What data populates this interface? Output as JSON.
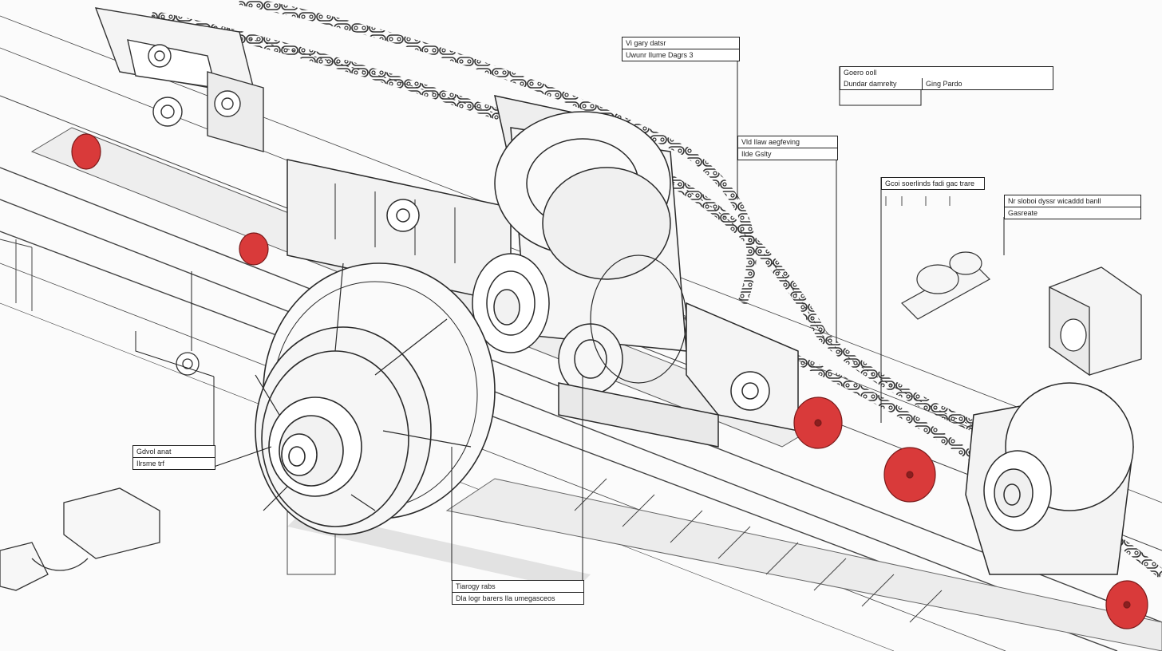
{
  "diagram": {
    "colors": {
      "ink": "#2a2a2a",
      "line": "#444444",
      "rail_shade": "#e6e6e6",
      "accent_red": "#d93a3a",
      "paper": "#fbfbfb"
    },
    "callouts": [
      {
        "id": "c1",
        "lines": [
          "Vi gary datsr",
          "Uwunr Ilume Dagrs 3"
        ]
      },
      {
        "id": "c2",
        "lines": [
          "Goero ooll"
        ],
        "split": [
          "Dundar damrelty",
          "Ging Pardo"
        ]
      },
      {
        "id": "c3",
        "lines": [
          "Vld Ilaw aegfeving",
          "Ilde Gslty"
        ]
      },
      {
        "id": "c4",
        "lines": [
          "Gcoi soerlinds fadi gac trare"
        ]
      },
      {
        "id": "c5",
        "lines": [
          "Nr sloboi dyssr wicaddd banll",
          "Gasreate"
        ]
      },
      {
        "id": "c6",
        "lines": [
          "Gdvol anat",
          "Ilrsme trf"
        ]
      },
      {
        "id": "c7",
        "lines": [
          "Tiarogy rabs",
          "Dla logr barers Ila umegasceos"
        ]
      }
    ]
  }
}
